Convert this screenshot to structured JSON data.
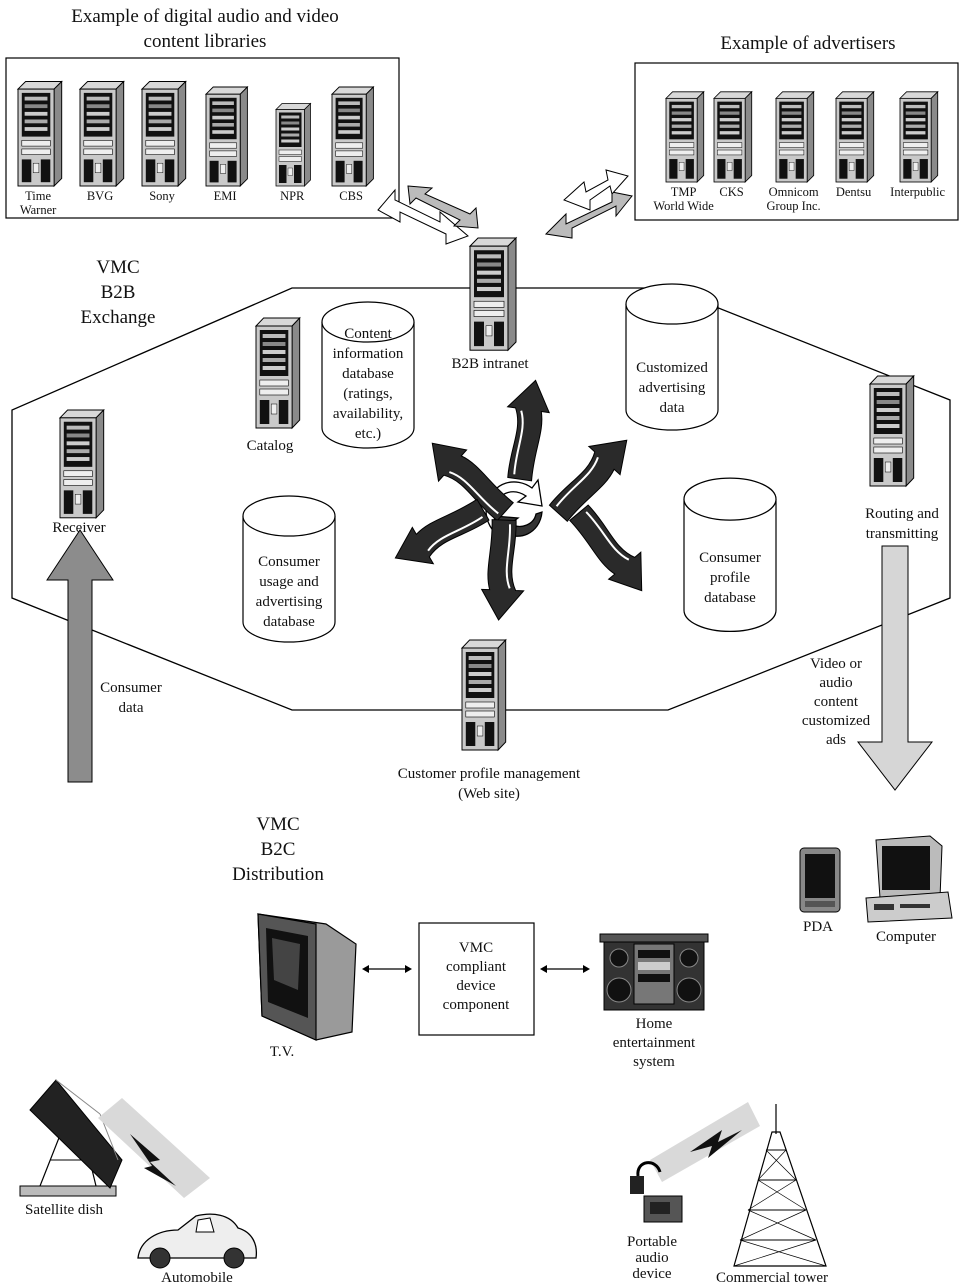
{
  "top_left": {
    "title_line1": "Example of digital audio and video",
    "title_line2": "content libraries",
    "servers": [
      {
        "lines": [
          "Time",
          "Warner"
        ]
      },
      {
        "lines": [
          "BVG"
        ]
      },
      {
        "lines": [
          "Sony"
        ]
      },
      {
        "lines": [
          "EMI"
        ]
      },
      {
        "lines": [
          "NPR"
        ]
      },
      {
        "lines": [
          "CBS"
        ]
      }
    ]
  },
  "top_right": {
    "title": "Example of advertisers",
    "servers": [
      {
        "lines": [
          "TMP",
          "World Wide"
        ]
      },
      {
        "lines": [
          "CKS"
        ]
      },
      {
        "lines": [
          "Omnicom",
          "Group Inc."
        ]
      },
      {
        "lines": [
          "Dentsu"
        ]
      },
      {
        "lines": [
          "Interpublic"
        ]
      }
    ]
  },
  "exchange": {
    "title_lines": [
      "VMC",
      "B2B",
      "Exchange"
    ],
    "b2b_intranet": "B2B intranet",
    "catalog": "Catalog",
    "receiver": "Receiver",
    "routing_lines": [
      "Routing and",
      "transmitting"
    ],
    "customer_profile_lines": [
      "Customer profile management",
      "(Web site)"
    ],
    "content_db_lines": [
      "Content",
      "information",
      "database",
      "(ratings,",
      "availability,",
      "etc.)"
    ],
    "customized_ad_lines": [
      "Customized",
      "advertising",
      "data"
    ],
    "consumer_usage_lines": [
      "Consumer",
      "usage and",
      "advertising",
      "database"
    ],
    "consumer_profile_lines": [
      "Consumer",
      "profile",
      "database"
    ]
  },
  "consumer_data_lines": [
    "Consumer",
    "data"
  ],
  "video_audio_lines": [
    "Video or",
    "audio",
    "content",
    "customized",
    "ads"
  ],
  "b2c": {
    "title_lines": [
      "VMC",
      "B2C",
      "Distribution"
    ],
    "tv": "T.V.",
    "vmc_device_lines": [
      "VMC",
      "compliant",
      "device",
      "component"
    ],
    "home_lines": [
      "Home",
      "entertainment",
      "system"
    ],
    "pda": "PDA",
    "computer": "Computer",
    "satellite": "Satellite dish",
    "automobile": "Automobile",
    "portable_lines": [
      "Portable",
      "audio",
      "device"
    ],
    "tower": "Commercial tower"
  }
}
